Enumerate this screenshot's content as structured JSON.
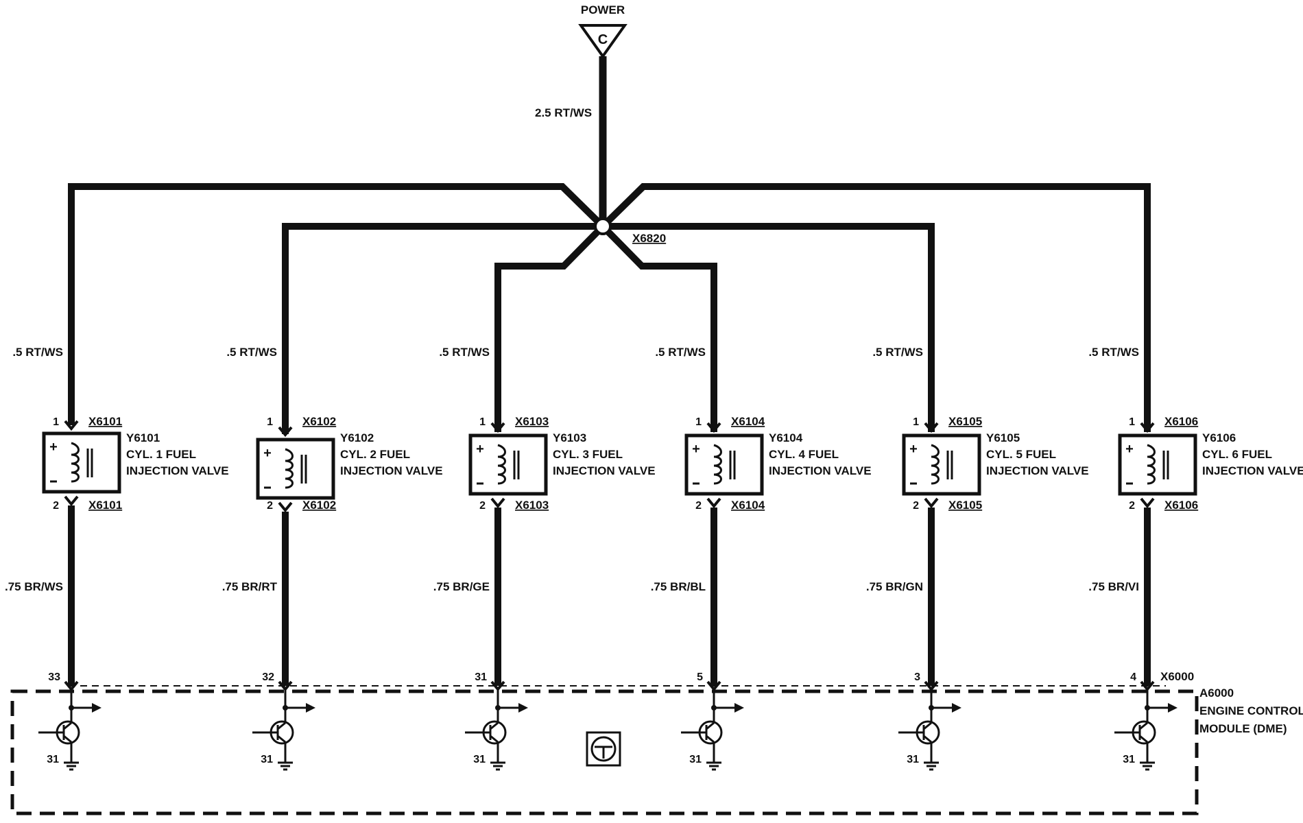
{
  "power": {
    "label": "POWER",
    "terminal": "C",
    "wire": "2.5 RT/WS"
  },
  "splice": {
    "id": "X6820"
  },
  "module": {
    "connector": "X6000",
    "name_lines": [
      "A6000",
      "ENGINE CONTROL",
      "MODULE (DME)"
    ]
  },
  "cylinders": [
    {
      "pin_top": "1",
      "conn": "X6101",
      "comp_id": "Y6101",
      "comp_l1": "CYL. 1 FUEL",
      "comp_l2": "INJECTION VALVE",
      "pin_bottom": "2",
      "wire_top": ".5 RT/WS",
      "wire_bottom": ".75 BR/WS",
      "ecm_pin": "33",
      "gnd": "31"
    },
    {
      "pin_top": "1",
      "conn": "X6102",
      "comp_id": "Y6102",
      "comp_l1": "CYL. 2 FUEL",
      "comp_l2": "INJECTION VALVE",
      "pin_bottom": "2",
      "wire_top": ".5 RT/WS",
      "wire_bottom": ".75 BR/RT",
      "ecm_pin": "32",
      "gnd": "31"
    },
    {
      "pin_top": "1",
      "conn": "X6103",
      "comp_id": "Y6103",
      "comp_l1": "CYL. 3 FUEL",
      "comp_l2": "INJECTION VALVE",
      "pin_bottom": "2",
      "wire_top": ".5 RT/WS",
      "wire_bottom": ".75 BR/GE",
      "ecm_pin": "31",
      "gnd": "31"
    },
    {
      "pin_top": "1",
      "conn": "X6104",
      "comp_id": "Y6104",
      "comp_l1": "CYL. 4 FUEL",
      "comp_l2": "INJECTION VALVE",
      "pin_bottom": "2",
      "wire_top": ".5 RT/WS",
      "wire_bottom": ".75 BR/BL",
      "ecm_pin": "5",
      "gnd": "31"
    },
    {
      "pin_top": "1",
      "conn": "X6105",
      "comp_id": "Y6105",
      "comp_l1": "CYL. 5 FUEL",
      "comp_l2": "INJECTION VALVE",
      "pin_bottom": "2",
      "wire_top": ".5 RT/WS",
      "wire_bottom": ".75 BR/GN",
      "ecm_pin": "3",
      "gnd": "31"
    },
    {
      "pin_top": "1",
      "conn": "X6106",
      "comp_id": "Y6106",
      "comp_l1": "CYL. 6 FUEL",
      "comp_l2": "INJECTION VALVE",
      "pin_bottom": "2",
      "wire_top": ".5 RT/WS",
      "wire_bottom": ".75 BR/VI",
      "ecm_pin": "4",
      "gnd": "31"
    }
  ]
}
